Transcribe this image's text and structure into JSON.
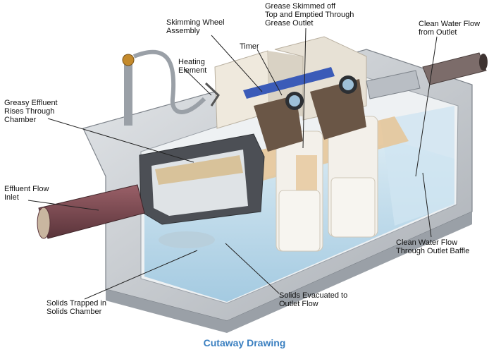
{
  "labels": {
    "grease_skimmed": [
      "Grease Skimmed off",
      "Top and Emptied Through",
      "Grease Outlet"
    ],
    "skimming_wheel": [
      "Skimming Wheel",
      "Assembly"
    ],
    "clean_water_outlet": [
      "Clean Water Flow",
      "from Outlet"
    ],
    "timer": [
      "Timer"
    ],
    "heating_element": [
      "Heating",
      "Element"
    ],
    "greasy_effluent": [
      "Greasy Effluent",
      "Rises Through",
      "Chamber"
    ],
    "effluent_inlet": [
      "Effluent Flow",
      "Inlet"
    ],
    "clean_water_baffle": [
      "Clean Water Flow",
      "Through Outlet Baffle"
    ],
    "solids_trapped": [
      "Solids Trapped in",
      "Solids Chamber"
    ],
    "solids_evacuated": [
      "Solids Evacuated to",
      "Outlet Flow"
    ]
  },
  "caption": "Cutaway Drawing",
  "colors": {
    "caption": "#3a7fc0",
    "steel": "#c9cdd2",
    "steel_dark": "#8e949b",
    "water": "#bcd9ea",
    "grease": "#e6c79a",
    "inlet_pipe": "#7a4a52",
    "leader": "#222222"
  },
  "icons": [
    "timer-dial-icon",
    "grease-drum-icon"
  ]
}
